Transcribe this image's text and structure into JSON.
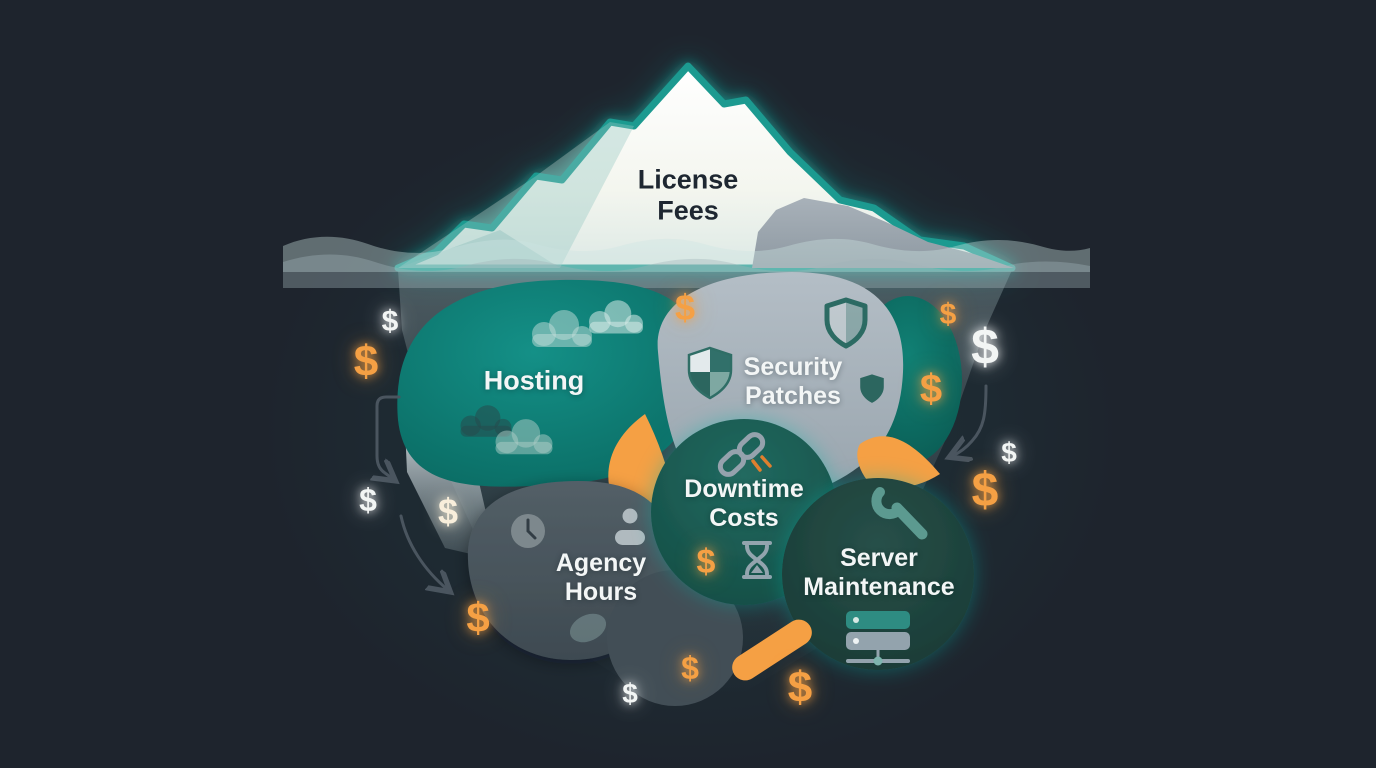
{
  "diagram": {
    "type": "iceberg-hidden-costs-infographic",
    "above_water": {
      "label_line1": "License",
      "label_line2": "Fees"
    },
    "below_water": {
      "hosting": {
        "label": "Hosting"
      },
      "security_patches": {
        "label_line1": "Security",
        "label_line2": "Patches"
      },
      "downtime_costs": {
        "label_line1": "Downtime",
        "label_line2": "Costs"
      },
      "agency_hours": {
        "label_line1": "Agency",
        "label_line2": "Hours"
      },
      "server_maintenance": {
        "label_line1": "Server",
        "label_line2": "Maintenance"
      }
    }
  },
  "symbols": {
    "dollar": "$"
  },
  "colors": {
    "background": "#1e242d",
    "teal_glow": "#1fb3a7",
    "hosting_teal": "#0e857b",
    "security_gray": "#a9b4bd",
    "downtime_teal": "#1b5f56",
    "agency_slate": "#4a565e",
    "server_teal_dark": "#1f453f",
    "accent_orange": "#f5a044",
    "iceberg_white": "#f8f9f5",
    "water_band_light": "#cde5e1",
    "water_band_gray": "#a0b2b8"
  }
}
